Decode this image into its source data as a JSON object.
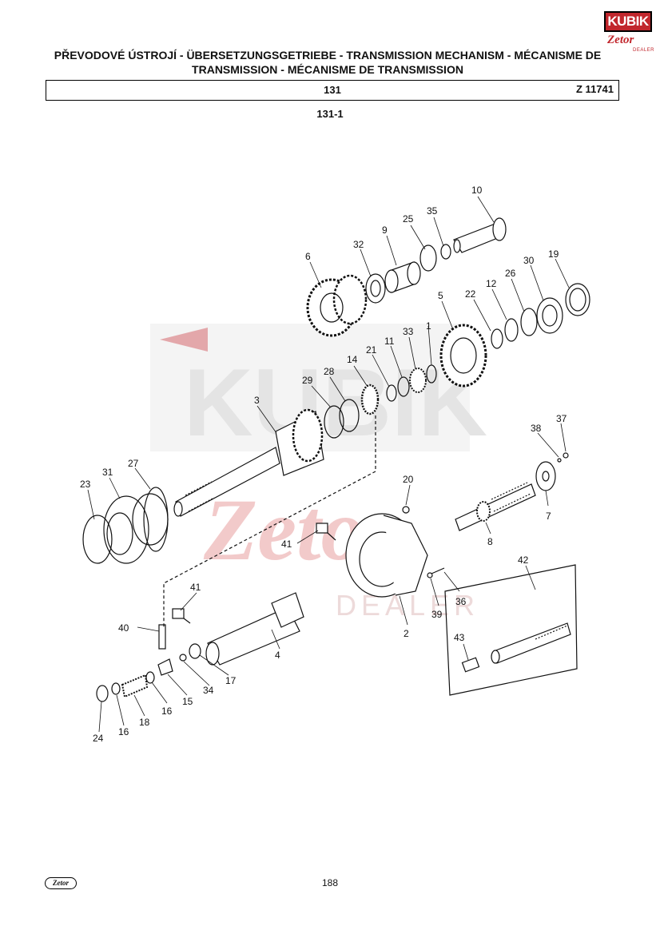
{
  "logo": {
    "top": "KUBIK",
    "bottom": "Zetor",
    "sub": "DEALER"
  },
  "watermark": {
    "word1": "KUBIK",
    "word2": "Zetor",
    "word3": "DEALER"
  },
  "header": {
    "title_line1": "PŘEVODOVÉ ÚSTROJÍ - ÜBERSETZUNGSGETRIEBE - TRANSMISSION MECHANISM - MÉCANISME DE",
    "title_line2": "TRANSMISSION - MÉCANISME DE TRANSMISSION",
    "group_number": "131",
    "drawing_code": "Z 11741"
  },
  "subtitle": "131-1",
  "labels": {
    "l1": "1",
    "l2": "2",
    "l3": "3",
    "l4": "4",
    "l5": "5",
    "l6": "6",
    "l7": "7",
    "l8": "8",
    "l9": "9",
    "l10": "10",
    "l11": "11",
    "l12": "12",
    "l14": "14",
    "l15": "15",
    "l16a": "16",
    "l16b": "16",
    "l17": "17",
    "l18": "18",
    "l19": "19",
    "l20": "20",
    "l21": "21",
    "l22": "22",
    "l23": "23",
    "l24": "24",
    "l25": "25",
    "l26": "26",
    "l27": "27",
    "l28": "28",
    "l29": "29",
    "l30": "30",
    "l31": "31",
    "l32": "32",
    "l33": "33",
    "l34": "34",
    "l35": "35",
    "l36": "36",
    "l37": "37",
    "l38": "38",
    "l39": "39",
    "l40": "40",
    "l41a": "41",
    "l41b": "41",
    "l42": "42",
    "l43": "43"
  },
  "footer": {
    "page_number": "188",
    "logo": "Zetor"
  },
  "colors": {
    "watermark_red": "#e8a0a0",
    "watermark_gray": "#d8d8d8",
    "brand_red": "#c1272d"
  }
}
